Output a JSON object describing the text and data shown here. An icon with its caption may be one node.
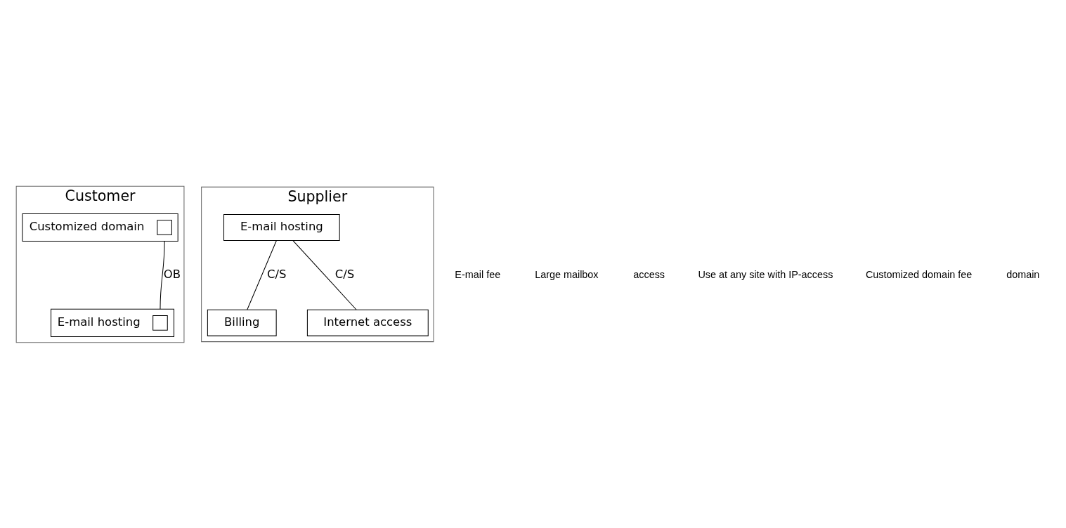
{
  "diagram": {
    "nodes": [
      {
        "text": [
          "Customer"
        ]
      },
      {
        "text": [
          "Supplier"
        ]
      },
      {
        "text": [
          "Customized domain"
        ],
        "in": 0
      },
      {
        "text": [
          "E-mail hosting"
        ],
        "in": 0
      },
      {
        "text": [
          "E-mail hosting"
        ],
        "in": 1
      },
      {
        "text": [
          "Billing"
        ],
        "in": 1
      },
      {
        "text": [
          "Internet access"
        ],
        "in": 1
      }
    ],
    "edges": [
      {
        "from": 2,
        "to": 3,
        "arrow": "none",
        "label": "OB"
      },
      {
        "from": 4,
        "to": 5,
        "arrow": "none",
        "label": "C/S"
      },
      {
        "from": 4,
        "to": 6,
        "arrow": "none",
        "label": "C/S"
      }
    ],
    "labels": [
      "E-mail fee",
      "Large mailbox",
      "access",
      "Use at any site with IP-access",
      "Customized domain fee",
      "domain"
    ]
  }
}
